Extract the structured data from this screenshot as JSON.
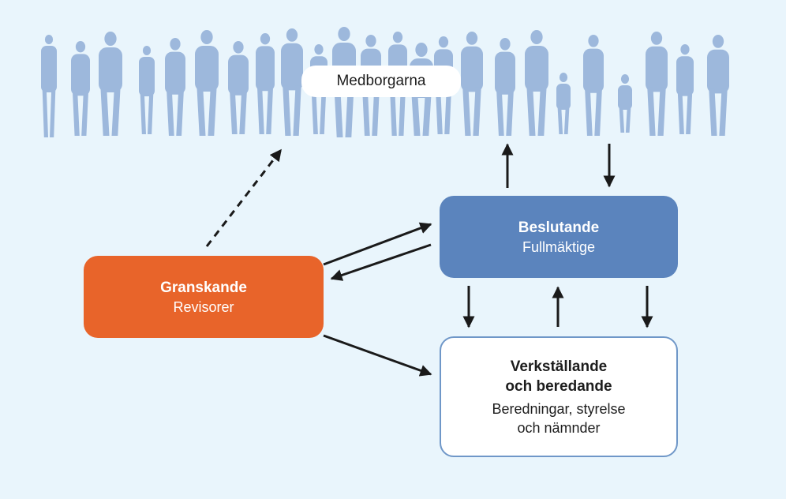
{
  "citizens": {
    "label": "Medborgarna",
    "silhouette_color": "#9db8dc"
  },
  "nodes": {
    "granskande": {
      "title": "Granskande",
      "subtitle": "Revisorer",
      "color": "#e8642a"
    },
    "beslutande": {
      "title": "Beslutande",
      "subtitle": "Fullmäktige",
      "color": "#5b84bd"
    },
    "verkstallande": {
      "title_line1": "Verkställande",
      "title_line2": "och beredande",
      "subtitle_line1": "Beredningar, styrelse",
      "subtitle_line2": "och nämnder",
      "border_color": "#6f97c8"
    }
  },
  "colors": {
    "background": "#e9f5fc",
    "arrow": "#1a1a1a"
  }
}
